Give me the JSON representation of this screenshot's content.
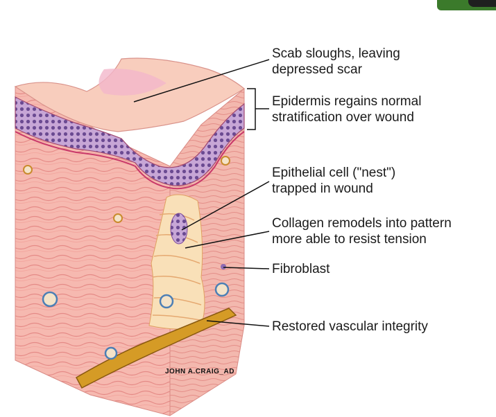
{
  "labels": {
    "scab": [
      "Scab sloughs, leaving",
      "depressed scar"
    ],
    "epidermis": [
      "Epidermis regains normal",
      "stratification over wound"
    ],
    "epithelial_nest": [
      "Epithelial cell (\"nest\")",
      "trapped in wound"
    ],
    "collagen": [
      "Collagen remodels into pattern",
      "more able to resist tension"
    ],
    "fibroblast": [
      "Fibroblast"
    ],
    "vascular": [
      "Restored vascular integrity"
    ]
  },
  "signature": "JOHN A.CRAIG_AD",
  "colors": {
    "epidermis_top": "#f7c9b6",
    "stratum_basale": "#8d6bb3",
    "dermis": "#f4b5ad",
    "collagen_scar": "#f9e0b8",
    "vessel": "#d08a1a",
    "corner_accent": "#3b7a2b"
  }
}
